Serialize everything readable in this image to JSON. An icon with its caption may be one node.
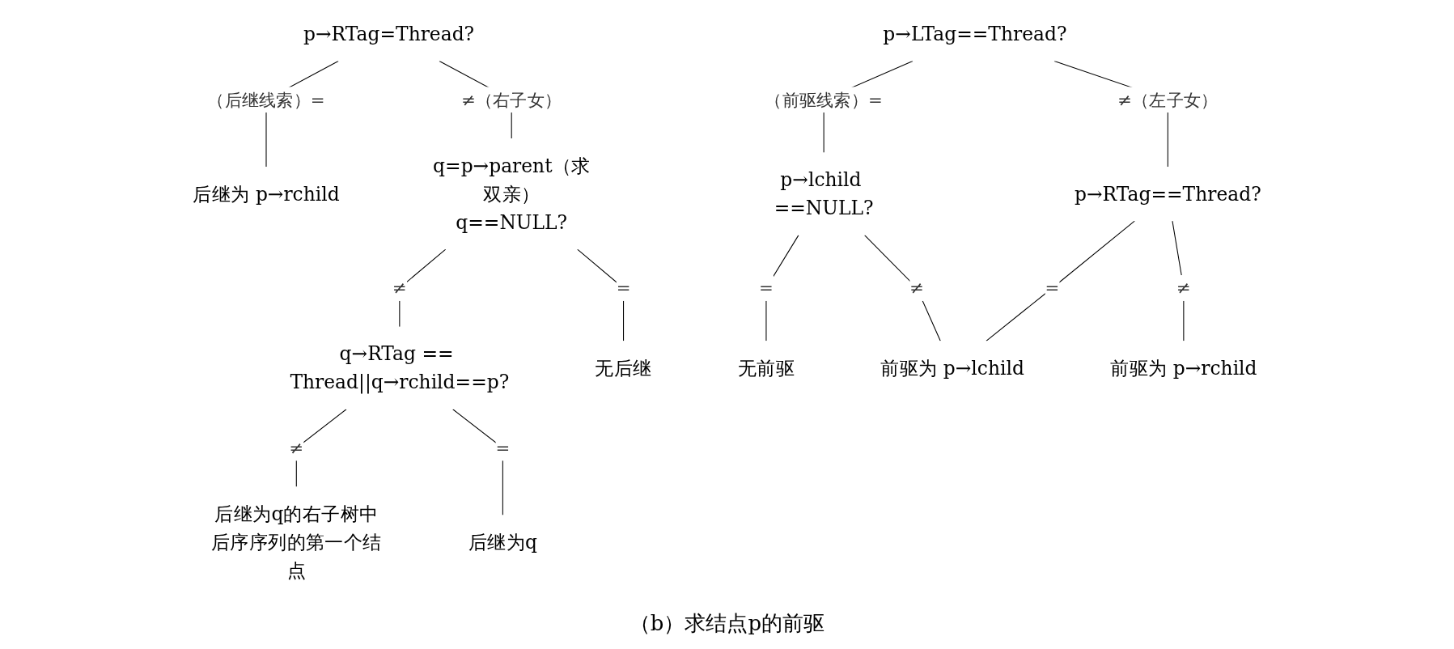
{
  "diagram": {
    "caption": "（b）求结点p的前驱",
    "nodes": [
      {
        "text": [
          "p→RTag=Thread?"
        ]
      },
      {
        "text": [
          "后继为 p→rchild"
        ]
      },
      {
        "text": [
          "q=p→parent（求双亲）",
          "q==NULL?"
        ]
      },
      {
        "text": [
          "q→RTag == Thread||q→rchild==p?"
        ]
      },
      {
        "text": [
          "无后继"
        ]
      },
      {
        "text": [
          "后继为q的右子树中后序序列的第一个结点"
        ]
      },
      {
        "text": [
          "后继为q"
        ]
      },
      {
        "text": [
          "p→LTag==Thread?"
        ]
      },
      {
        "text": [
          "p→lchild ==NULL?"
        ]
      },
      {
        "text": [
          "p→RTag==Thread?"
        ]
      },
      {
        "text": [
          "无前驱"
        ]
      },
      {
        "text": [
          "前驱为 p→lchild"
        ]
      },
      {
        "text": [
          "前驱为 p→rchild"
        ]
      }
    ],
    "edges": [
      {
        "from": 0,
        "to": 1,
        "arrow": "none",
        "label": "（后继线索）="
      },
      {
        "from": 0,
        "to": 2,
        "arrow": "none",
        "label": "≠（右子女）"
      },
      {
        "from": 2,
        "to": 3,
        "arrow": "none",
        "label": "≠"
      },
      {
        "from": 2,
        "to": 4,
        "arrow": "none",
        "label": "="
      },
      {
        "from": 3,
        "to": 5,
        "arrow": "none",
        "label": "≠"
      },
      {
        "from": 3,
        "to": 6,
        "arrow": "none",
        "label": "="
      },
      {
        "from": 7,
        "to": 8,
        "arrow": "none",
        "label": "（前驱线索）="
      },
      {
        "from": 7,
        "to": 9,
        "arrow": "none",
        "label": "≠（左子女）"
      },
      {
        "from": 8,
        "to": 10,
        "arrow": "none",
        "label": "="
      },
      {
        "from": 8,
        "to": 11,
        "arrow": "none",
        "label": "≠"
      },
      {
        "from": 9,
        "to": 11,
        "arrow": "none",
        "label": "="
      },
      {
        "from": 9,
        "to": 12,
        "arrow": "none",
        "label": "≠"
      }
    ]
  }
}
